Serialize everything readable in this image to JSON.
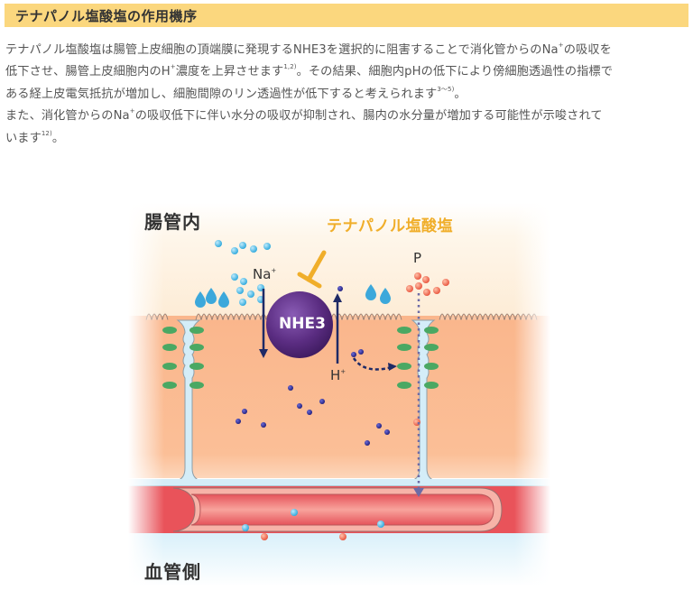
{
  "header": {
    "title": "テナパノル塩酸塩の作用機序"
  },
  "body": {
    "paragraph1": {
      "line1_a": "テナパノル塩酸塩は腸管上皮細胞の頂端膜に発現するNHE3を選択的に阻害することで消化管からのNa",
      "line1_sup": "+",
      "line1_b": "の吸収を",
      "line2_a": "低下させ、腸管上皮細胞内のH",
      "line2_sup": "+",
      "line2_b": "濃度を上昇させます",
      "line2_ref": "1,2)",
      "line2_c": "。その結果、細胞内pHの低下により傍細胞透過性の指標で",
      "line3_a": "ある経上皮電気抵抗が増加し、細胞間隙のリン透過性が低下すると考えられます",
      "line3_ref": "3～5)",
      "line3_b": "。"
    },
    "paragraph2": {
      "line1_a": "また、消化管からのNa",
      "line1_sup": "+",
      "line1_b": "の吸収低下に伴い水分の吸収が抑制され、腸内の水分量が増加する可能性が示唆されて",
      "line2_a": "います",
      "line2_ref": "12)",
      "line2_b": "。"
    }
  },
  "diagram": {
    "lumen_label": "腸管内",
    "blood_label": "血管側",
    "drug_label": "テナパノル塩酸塩",
    "transporter_label": "NHE3",
    "sodium_label": "Na",
    "sodium_sup": "+",
    "proton_label": "H",
    "proton_sup": "+",
    "phosphate_label": "P",
    "colors": {
      "header_bg": "#fbd77e",
      "drug": "#f0ae2a",
      "cell": "#fbb98f",
      "lumen": "#fdf0dc",
      "paracellular": "#d4edf8",
      "tight_junction": "#4aa863",
      "nhe3": "#5b2d82",
      "proton": "#2b2a8c",
      "sodium": "#41b7e6",
      "phosphate": "#f06a4e",
      "vessel": "#e9535a",
      "arrow": "#1e2a66"
    }
  }
}
